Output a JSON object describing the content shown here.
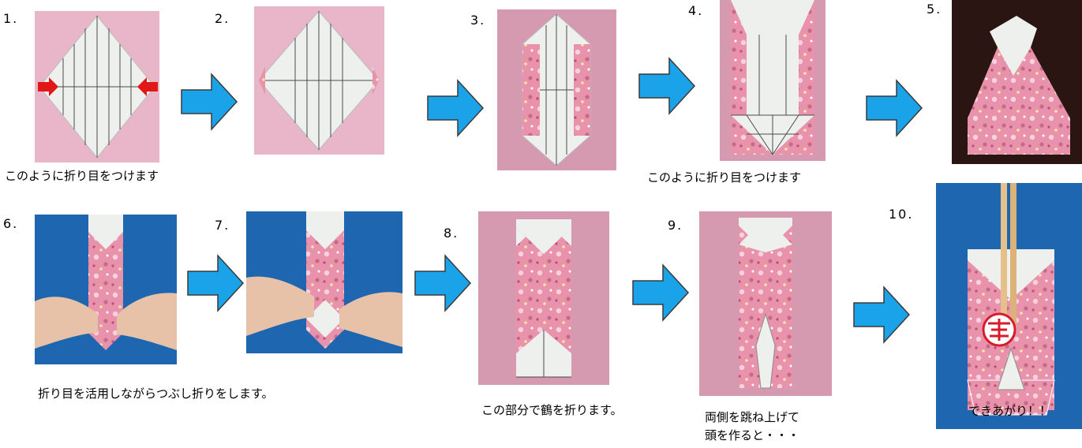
{
  "steps": [
    {
      "num": "1."
    },
    {
      "num": "2."
    },
    {
      "num": "3."
    },
    {
      "num": "4."
    },
    {
      "num": "5."
    },
    {
      "num": "6."
    },
    {
      "num": "7."
    },
    {
      "num": "8."
    },
    {
      "num": "9."
    },
    {
      "num": "10."
    }
  ],
  "captions": {
    "step1": "このように折り目をつけます",
    "step4": "このように折り目をつけます",
    "step6_7": "折り目を活用しながらつぶし折りをします。",
    "step8": "この部分で鶴を折ります。",
    "step9_line1": "両側を跳ね上げて",
    "step9_line2": "頭を作ると・・・",
    "step10": "できあがり！！"
  },
  "colors": {
    "arrow": "#1aa3e8",
    "pink_bg": "#e8b6c8",
    "blue_bg": "#1f66b0",
    "dark_bg": "#2a1512",
    "paper": "#eef0ee",
    "pattern": "#e892ab"
  }
}
